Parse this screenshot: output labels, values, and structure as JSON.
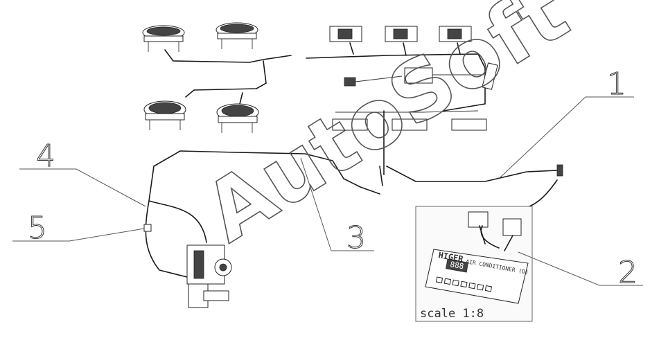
{
  "callouts": [
    "1",
    "2",
    "3",
    "4",
    "5"
  ],
  "inset": {
    "brand": "HIGER",
    "title": "AIR CONDITIONER (D)",
    "display": "888",
    "scale_label": "scale 1:8"
  },
  "watermark": "AutoSoft"
}
